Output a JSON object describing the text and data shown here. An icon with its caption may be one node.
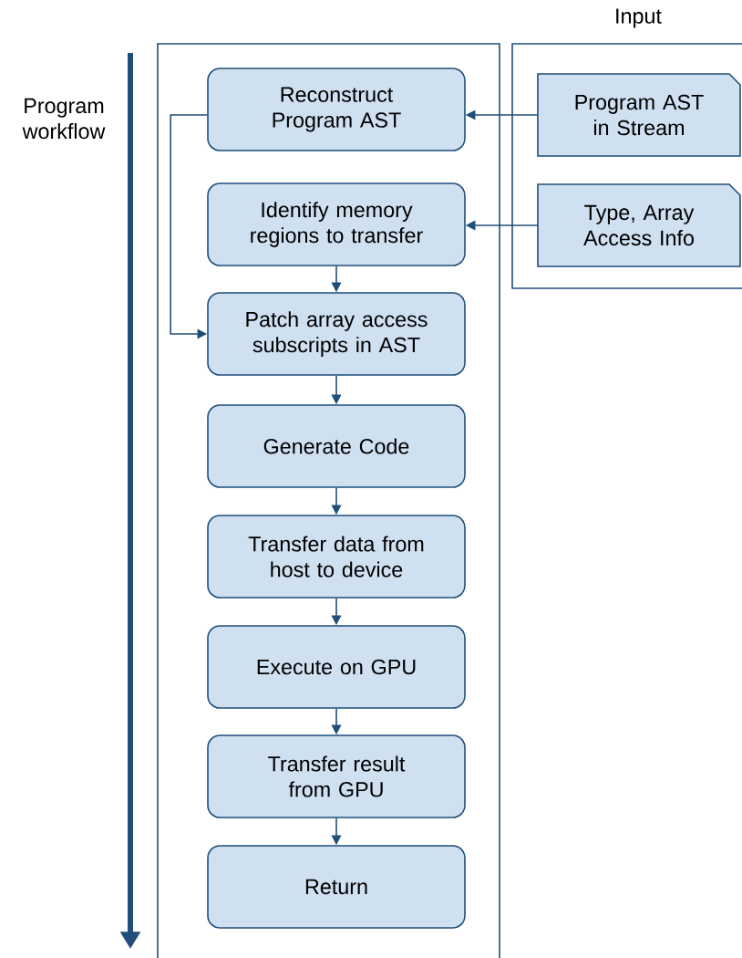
{
  "diagram": {
    "nodes": [
      {
        "text": [],
        "shape": "box"
      },
      {
        "text": [
          "Reconstruct Program AST"
        ],
        "in": 0
      },
      {
        "text": [
          "Identify memory regions to transfer"
        ],
        "in": 0
      },
      {
        "text": [
          "Patch array access subscripts in AST"
        ],
        "in": 0
      },
      {
        "text": [
          "Generate Code"
        ],
        "in": 0
      },
      {
        "text": [
          "Transfer data from host to device"
        ],
        "in": 0
      },
      {
        "text": [
          "Execute on GPU"
        ],
        "in": 0
      },
      {
        "text": [
          "Transfer result from GPU"
        ],
        "in": 0
      },
      {
        "text": [
          "Return"
        ],
        "in": 0
      },
      {
        "text": [
          "Input"
        ]
      },
      {
        "text": [
          "Program AST in Stream"
        ],
        "in": 9
      },
      {
        "text": [
          "Type, Array Access Info"
        ],
        "in": 9
      }
    ],
    "edges": [
      {
        "from": 10,
        "to": 1,
        "arrow": "to"
      },
      {
        "from": 11,
        "to": 2,
        "arrow": "to"
      },
      {
        "from": 1,
        "to": 3,
        "arrow": "to"
      },
      {
        "from": 2,
        "to": 3,
        "arrow": "to"
      },
      {
        "from": 3,
        "to": 4,
        "arrow": "to"
      },
      {
        "from": 4,
        "to": 5,
        "arrow": "to"
      },
      {
        "from": 5,
        "to": 6,
        "arrow": "to"
      },
      {
        "from": 6,
        "to": 7,
        "arrow": "to"
      },
      {
        "from": 7,
        "to": 8,
        "arrow": "to"
      }
    ],
    "labels": [
      "Program workflow"
    ]
  }
}
